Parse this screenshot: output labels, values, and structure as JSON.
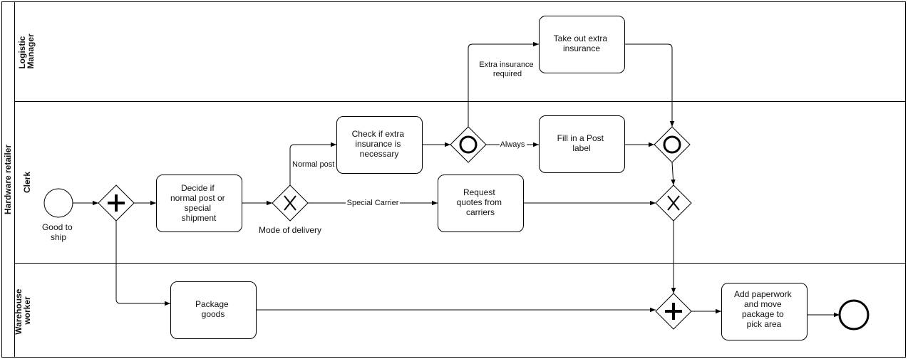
{
  "pool": {
    "name": "Hardware retailer"
  },
  "lanes": [
    {
      "id": "logistic",
      "name_lines": [
        "Logistic",
        "Manager"
      ]
    },
    {
      "id": "clerk",
      "name_lines": [
        "Clerk"
      ]
    },
    {
      "id": "warehouse",
      "name_lines": [
        "Warehouse",
        "worker"
      ]
    }
  ],
  "start_event": {
    "label_lines": [
      "Good to",
      "ship"
    ]
  },
  "tasks": {
    "decide": [
      "Decide if",
      "normal post or",
      "special",
      "shipment"
    ],
    "check": [
      "Check if extra",
      "insurance is",
      "necessary"
    ],
    "take_out": [
      "Take out extra",
      "insurance"
    ],
    "fill_in": [
      "Fill in a Post",
      "label"
    ],
    "request": [
      "Request",
      "quotes from",
      "carriers"
    ],
    "package": [
      "Package",
      "goods"
    ],
    "add_paperwork": [
      "Add paperwork",
      "and move",
      "package to",
      "pick area"
    ]
  },
  "gateways": {
    "mode_of_delivery": "Mode of delivery"
  },
  "flow_labels": {
    "normal_post": "Normal post",
    "special_carrier": "Special Carrier",
    "always": "Always",
    "extra_insurance": [
      "Extra insurance",
      "required"
    ]
  }
}
